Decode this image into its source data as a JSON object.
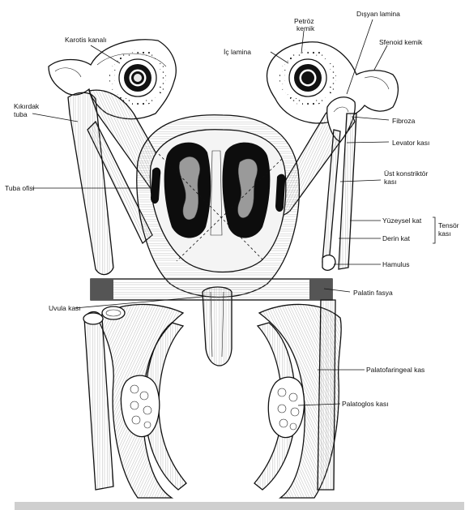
{
  "labels": {
    "karotis_kanali": "Karotis kanalı",
    "petroz_kemik_1": "Petröz",
    "petroz_kemik_2": "kemik",
    "disyan_lamina": "Dışyan lamina",
    "ic_lamina": "İç lamina",
    "sfenoid_kemik": "Sfenoid kemik",
    "kikirdak_tuba_1": "Kıkırdak",
    "kikirdak_tuba_2": "tuba",
    "fibroza": "Fibroza",
    "levator_kasi": "Levator kası",
    "tuba_ofisi": "Tuba ofisi",
    "ust_konstriktor_1": "Üst konstriktör",
    "ust_konstriktor_2": "kası",
    "yuzeysel_kat": "Yüzeysel kat",
    "tensor_kasi_1": "Tensör",
    "tensor_kasi_2": "kası",
    "derin_kat": "Derin kat",
    "hamulus": "Hamulus",
    "palatin_fasya": "Palatin fasya",
    "uvula_kasi": "Uvula kası",
    "palatofaringeal_kas": "Palatofaringeal kas",
    "palatoglos_kasi": "Palatoglos kası"
  },
  "colors": {
    "ink": "#111111",
    "muscle_fill": "#f4f4f4",
    "cavity_fill": "#0d0d0d",
    "turbinate_fill": "#9a9a9a",
    "fascia_fill": "#555555",
    "bottom_bar": "#cfcfcf"
  }
}
